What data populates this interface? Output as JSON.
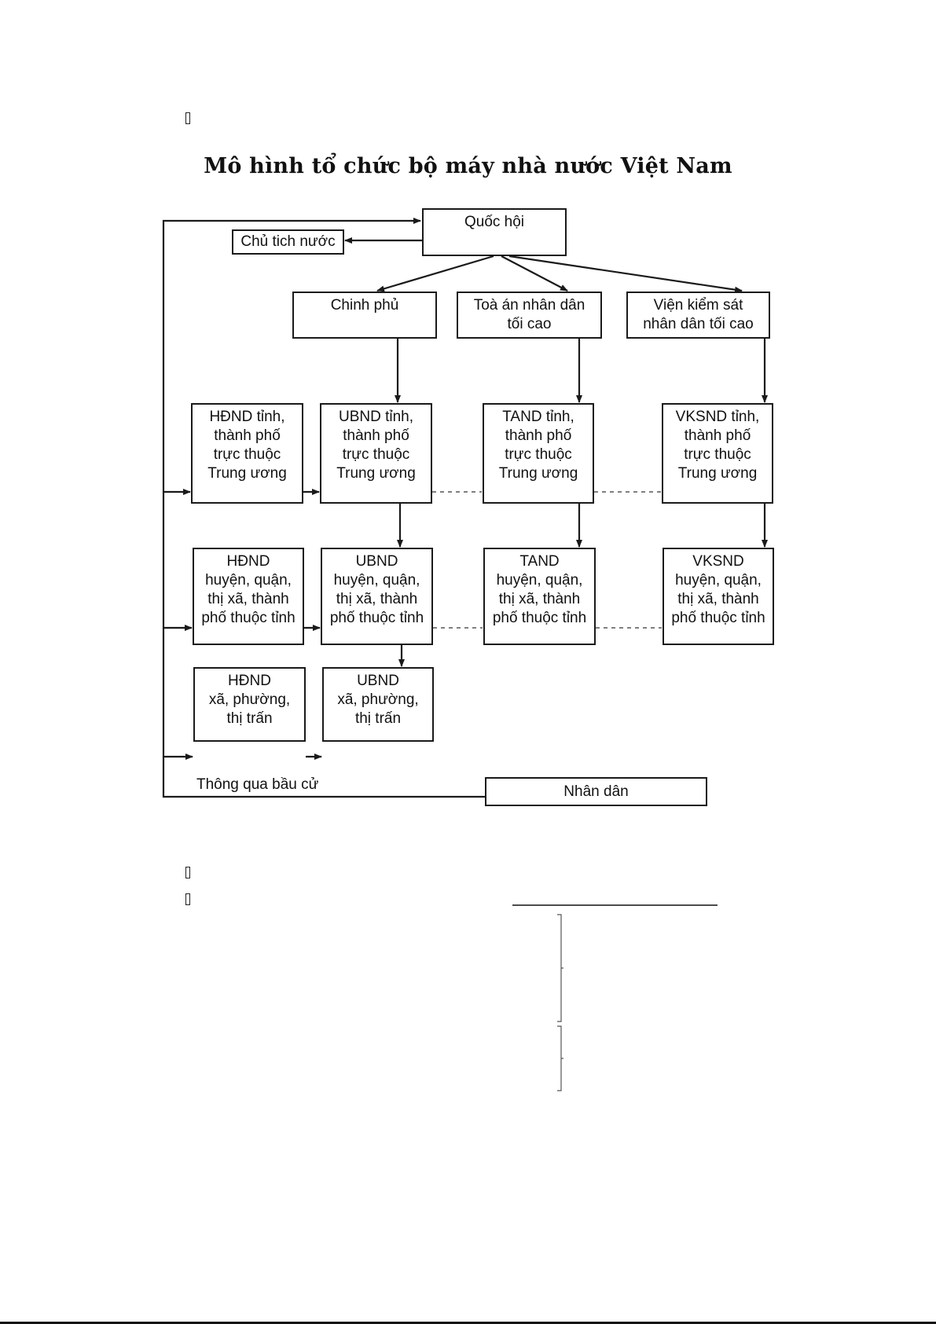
{
  "document": {
    "title": "Mô hình tổ chức bộ máy nhà nước Việt Nam",
    "glyph_marks": [
      "\u0000",
      "\u0000",
      "\u0000"
    ]
  },
  "diagram": {
    "top": {
      "quoc_hoi": "Quốc hội",
      "chu_tich_nuoc": "Chủ tich nước"
    },
    "central": {
      "chinh_phu": "Chinh phủ",
      "toa_an": "Toà án nhân dân\ntối cao",
      "vien_kiem_sat": "Viện kiểm sát\nnhân dân tối cao"
    },
    "province": {
      "hdnd": "HĐND tỉnh,\nthành phố\ntrực thuộc\nTrung ương",
      "ubnd": "UBND tỉnh,\nthành phố\ntrực thuộc\nTrung ương",
      "tand": "TAND tỉnh,\nthành phố\ntrực thuộc\nTrung ương",
      "vksnd": "VKSND tỉnh,\nthành phố\ntrực thuộc\nTrung ương"
    },
    "district": {
      "hdnd": "HĐND\nhuyện, quận,\nthị xã, thành\nphố thuộc tỉnh",
      "ubnd": "UBND\nhuyện, quận,\nthị xã, thành\nphố thuộc tỉnh",
      "tand": "TAND\nhuyện, quận,\nthị xã, thành\nphố thuộc tỉnh",
      "vksnd": "VKSND\nhuyện, quận,\nthị xã, thành\nphố thuộc tỉnh"
    },
    "commune": {
      "hdnd": "HĐND\nxã, phường,\nthị trấn",
      "ubnd": "UBND\nxã, phường,\nthị trấn"
    },
    "people": {
      "election_label": "Thông qua bầu cử",
      "nhan_dan": "Nhân dân"
    }
  },
  "colors": {
    "line": "#1a1a1a",
    "dotted": "#555555",
    "background": "#ffffff"
  }
}
